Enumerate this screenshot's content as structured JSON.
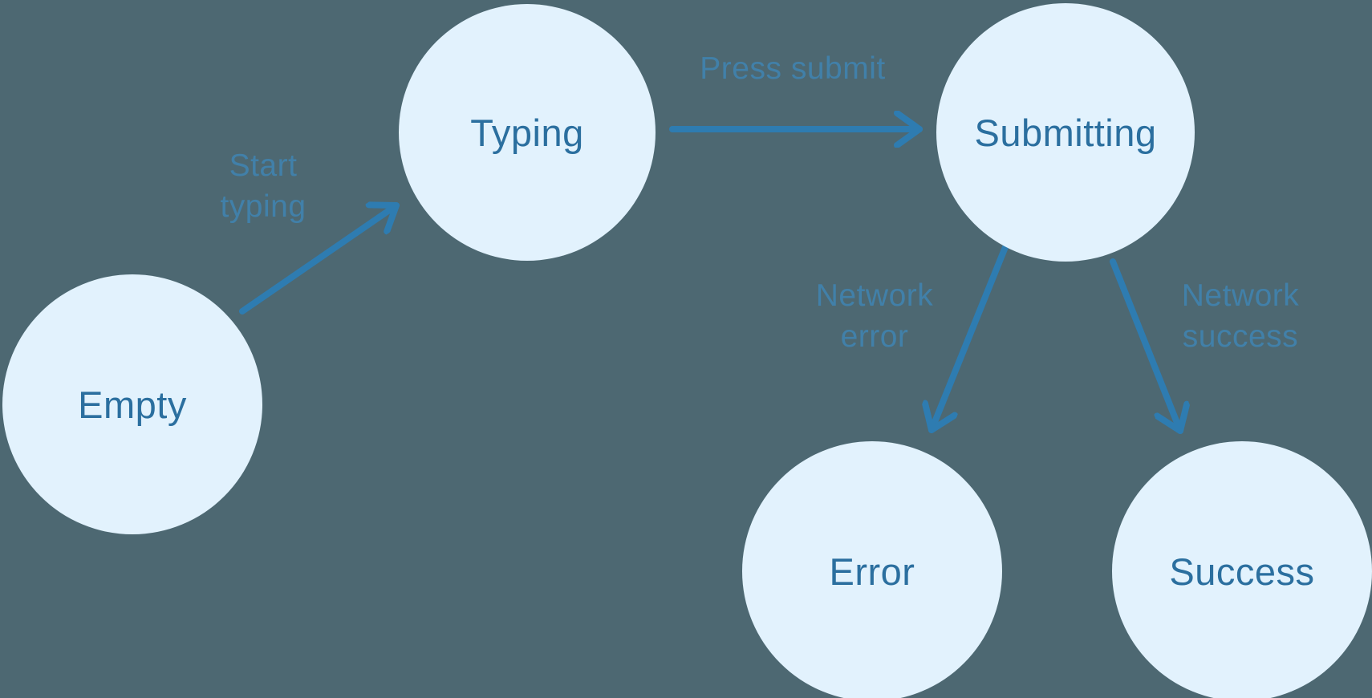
{
  "diagram": {
    "type": "state-machine",
    "nodes": [
      {
        "id": "empty",
        "label": "Empty"
      },
      {
        "id": "typing",
        "label": "Typing"
      },
      {
        "id": "submitting",
        "label": "Submitting"
      },
      {
        "id": "error",
        "label": "Error"
      },
      {
        "id": "success",
        "label": "Success"
      }
    ],
    "edges": [
      {
        "id": "start-typing",
        "label": "Start typing",
        "from": "Empty",
        "to": "Typing"
      },
      {
        "id": "press-submit",
        "label": "Press submit",
        "from": "Typing",
        "to": "Submitting"
      },
      {
        "id": "network-error",
        "label": "Network error",
        "from": "Submitting",
        "to": "Error"
      },
      {
        "id": "network-success",
        "label": "Network success",
        "from": "Submitting",
        "to": "Success"
      }
    ]
  },
  "colors": {
    "background": "#4d6872",
    "node_fill": "#e2f2fd",
    "node_text": "#2b6f9f",
    "arrow": "#2e7cb1",
    "edge_label": "#4180a9"
  }
}
